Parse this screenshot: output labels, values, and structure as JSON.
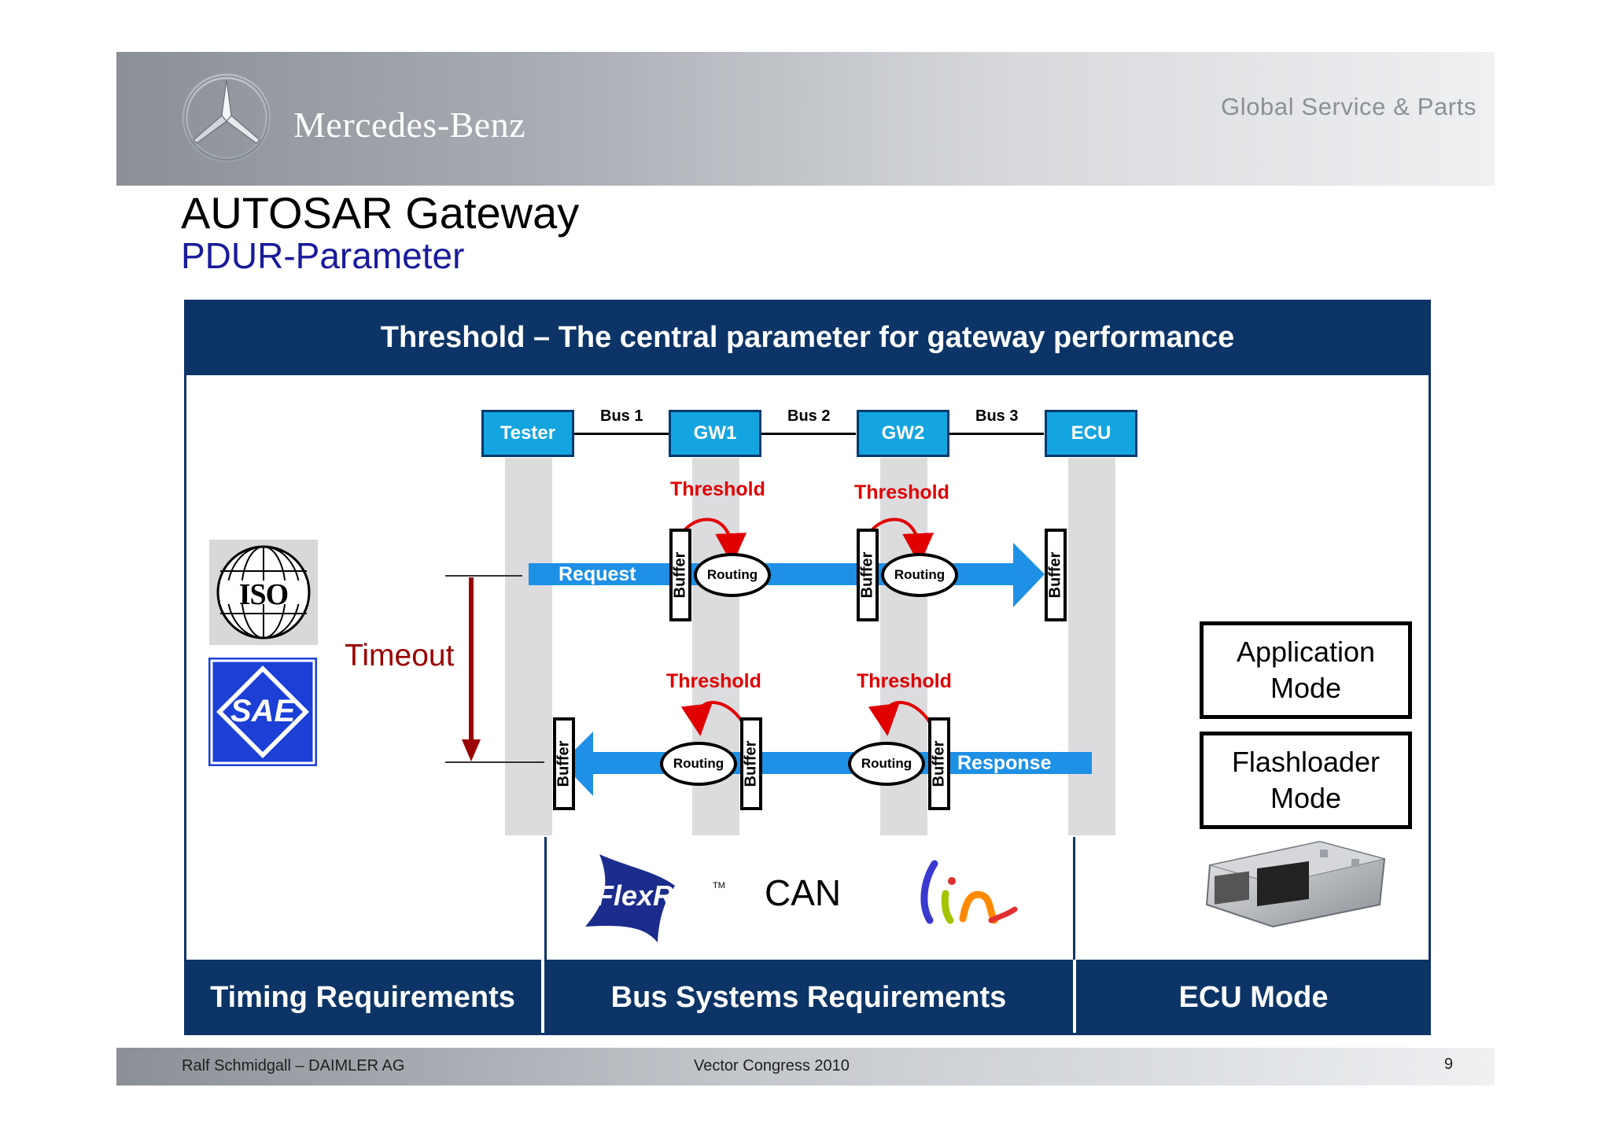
{
  "header": {
    "brand_name": "Mercedes-Benz",
    "unit_name": "Global Service & Parts"
  },
  "slide": {
    "title": "AUTOSAR Gateway",
    "subtitle": "PDUR-Parameter",
    "banner": "Threshold – The central parameter for gateway performance"
  },
  "diagram": {
    "nodes": [
      "Tester",
      "GW1",
      "GW2",
      "ECU"
    ],
    "buses": [
      "Bus 1",
      "Bus 2",
      "Bus 3"
    ],
    "request_label": "Request",
    "response_label": "Response",
    "buffer_label": "Buffer",
    "routing_label": "Routing",
    "threshold_label": "Threshold",
    "timeout_label": "Timeout"
  },
  "logos": {
    "iso": "ISO",
    "sae": "SAE",
    "flexray": "FlexRay",
    "flexray_tm": "TM",
    "can": "CAN",
    "lin": "lin"
  },
  "modes": {
    "application": [
      "Application",
      "Mode"
    ],
    "flashloader": [
      "Flashloader",
      "Mode"
    ]
  },
  "requirements": {
    "timing": "Timing Requirements",
    "bus": "Bus Systems Requirements",
    "ecu": "ECU Mode"
  },
  "footer": {
    "author": "Ralf Schmidgall – DAIMLER AG",
    "event": "Vector Congress 2010",
    "page": "9"
  },
  "colors": {
    "navy": "#0c3466",
    "node_blue": "#14a5e0",
    "arrow_blue": "#1e90e6",
    "threshold_red": "#e00000",
    "timeout_red": "#9a0000"
  }
}
